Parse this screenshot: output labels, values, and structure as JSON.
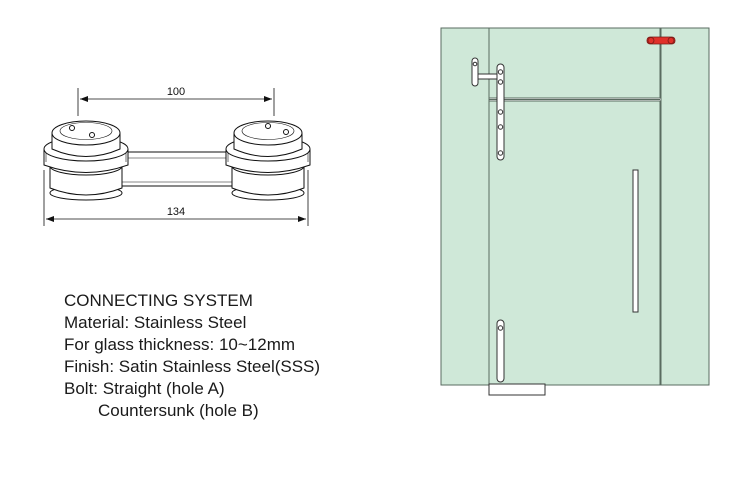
{
  "dimensions": {
    "inner": "100",
    "outer": "134"
  },
  "spec": {
    "title": "CONNECTING SYSTEM",
    "material": "Material: Stainless Steel",
    "thickness": "For glass thickness: 10~12mm",
    "finish": "Finish: Satin Stainless Steel(SSS)",
    "bolt": "Bolt: Straight (hole A)",
    "bolt_b": "Countersunk (hole B)"
  },
  "colors": {
    "glass": "#cfe8d8",
    "glass_edge": "#5a6b60",
    "highlight": "#e0302a",
    "line": "#111111"
  }
}
